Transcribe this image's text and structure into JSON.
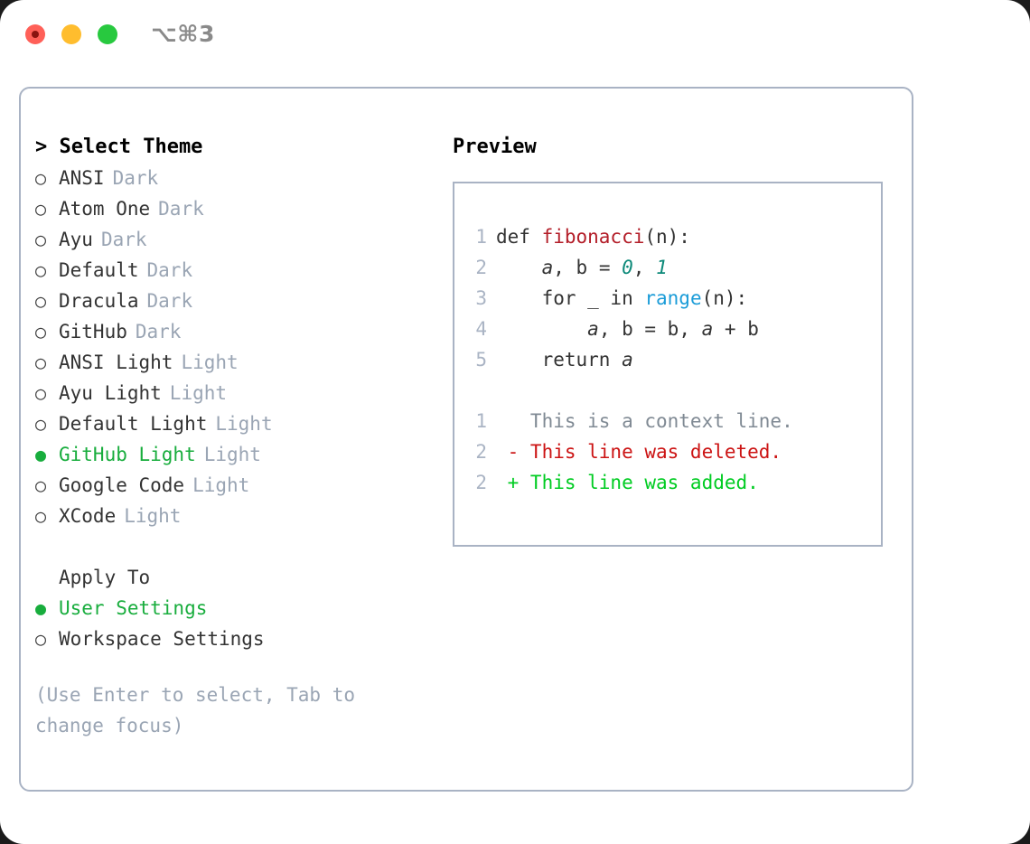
{
  "titlebar": {
    "shortcut": "⌥⌘3",
    "lights": [
      {
        "name": "close",
        "color": "#ff6058"
      },
      {
        "name": "minimize",
        "color": "#ffbd2e"
      },
      {
        "name": "maximize",
        "color": "#28c93f"
      }
    ]
  },
  "theme_selector": {
    "heading": "> Select Theme",
    "marker_unselected": "○",
    "marker_selected": "●",
    "accent_color": "#18ad3d",
    "badge_color": "#9aa5b4",
    "items": [
      {
        "label": "ANSI",
        "badge": "Dark",
        "selected": false
      },
      {
        "label": "Atom One",
        "badge": "Dark",
        "selected": false
      },
      {
        "label": "Ayu",
        "badge": "Dark",
        "selected": false
      },
      {
        "label": "Default",
        "badge": "Dark",
        "selected": false
      },
      {
        "label": "Dracula",
        "badge": "Dark",
        "selected": false
      },
      {
        "label": "GitHub",
        "badge": "Dark",
        "selected": false
      },
      {
        "label": "ANSI Light",
        "badge": "Light",
        "selected": false
      },
      {
        "label": "Ayu Light",
        "badge": "Light",
        "selected": false
      },
      {
        "label": "Default Light",
        "badge": "Light",
        "selected": false
      },
      {
        "label": "GitHub Light",
        "badge": "Light",
        "selected": true
      },
      {
        "label": "Google Code",
        "badge": "Light",
        "selected": false
      },
      {
        "label": "XCode",
        "badge": "Light",
        "selected": false
      }
    ]
  },
  "apply_to": {
    "heading": "Apply To",
    "items": [
      {
        "label": "User Settings",
        "selected": true
      },
      {
        "label": "Workspace Settings",
        "selected": false
      }
    ]
  },
  "hint": "(Use Enter to select, Tab to change focus)",
  "preview": {
    "title": "Preview",
    "code": [
      {
        "ln": "1",
        "tokens": [
          {
            "t": "def ",
            "c": "kw"
          },
          {
            "t": "fibonacci",
            "c": "fn"
          },
          {
            "t": "(n):",
            "c": "kw"
          }
        ]
      },
      {
        "ln": "2",
        "tokens": [
          {
            "t": "    ",
            "c": "kw"
          },
          {
            "t": "a",
            "c": "var"
          },
          {
            "t": ", ",
            "c": "kw"
          },
          {
            "t": "b",
            "c": "kw"
          },
          {
            "t": " = ",
            "c": "kw"
          },
          {
            "t": "0",
            "c": "num"
          },
          {
            "t": ", ",
            "c": "kw"
          },
          {
            "t": "1",
            "c": "num"
          }
        ]
      },
      {
        "ln": "3",
        "tokens": [
          {
            "t": "    for _ in ",
            "c": "kw"
          },
          {
            "t": "range",
            "c": "call"
          },
          {
            "t": "(n):",
            "c": "kw"
          }
        ]
      },
      {
        "ln": "4",
        "tokens": [
          {
            "t": "        ",
            "c": "kw"
          },
          {
            "t": "a",
            "c": "var"
          },
          {
            "t": ", b = b, ",
            "c": "kw"
          },
          {
            "t": "a",
            "c": "var"
          },
          {
            "t": " + b",
            "c": "kw"
          }
        ]
      },
      {
        "ln": "5",
        "tokens": [
          {
            "t": "    return ",
            "c": "kw"
          },
          {
            "t": "a",
            "c": "var"
          }
        ]
      }
    ],
    "diff": [
      {
        "ln": "1",
        "sign": " ",
        "text": " This is a context line.",
        "kind": "ctx"
      },
      {
        "ln": "2",
        "sign": "-",
        "text": " This line was deleted.",
        "kind": "del"
      },
      {
        "ln": "2",
        "sign": "+",
        "text": " This line was added.",
        "kind": "add"
      }
    ],
    "colors": {
      "function": "#b31d28",
      "number": "#0e8a7a",
      "call": "#1b9cd8",
      "line_number": "#aab4c4",
      "diff_context": "#808a94",
      "diff_deleted": "#cc1414",
      "diff_added": "#00cc22",
      "border": "#a9b3c4"
    }
  }
}
